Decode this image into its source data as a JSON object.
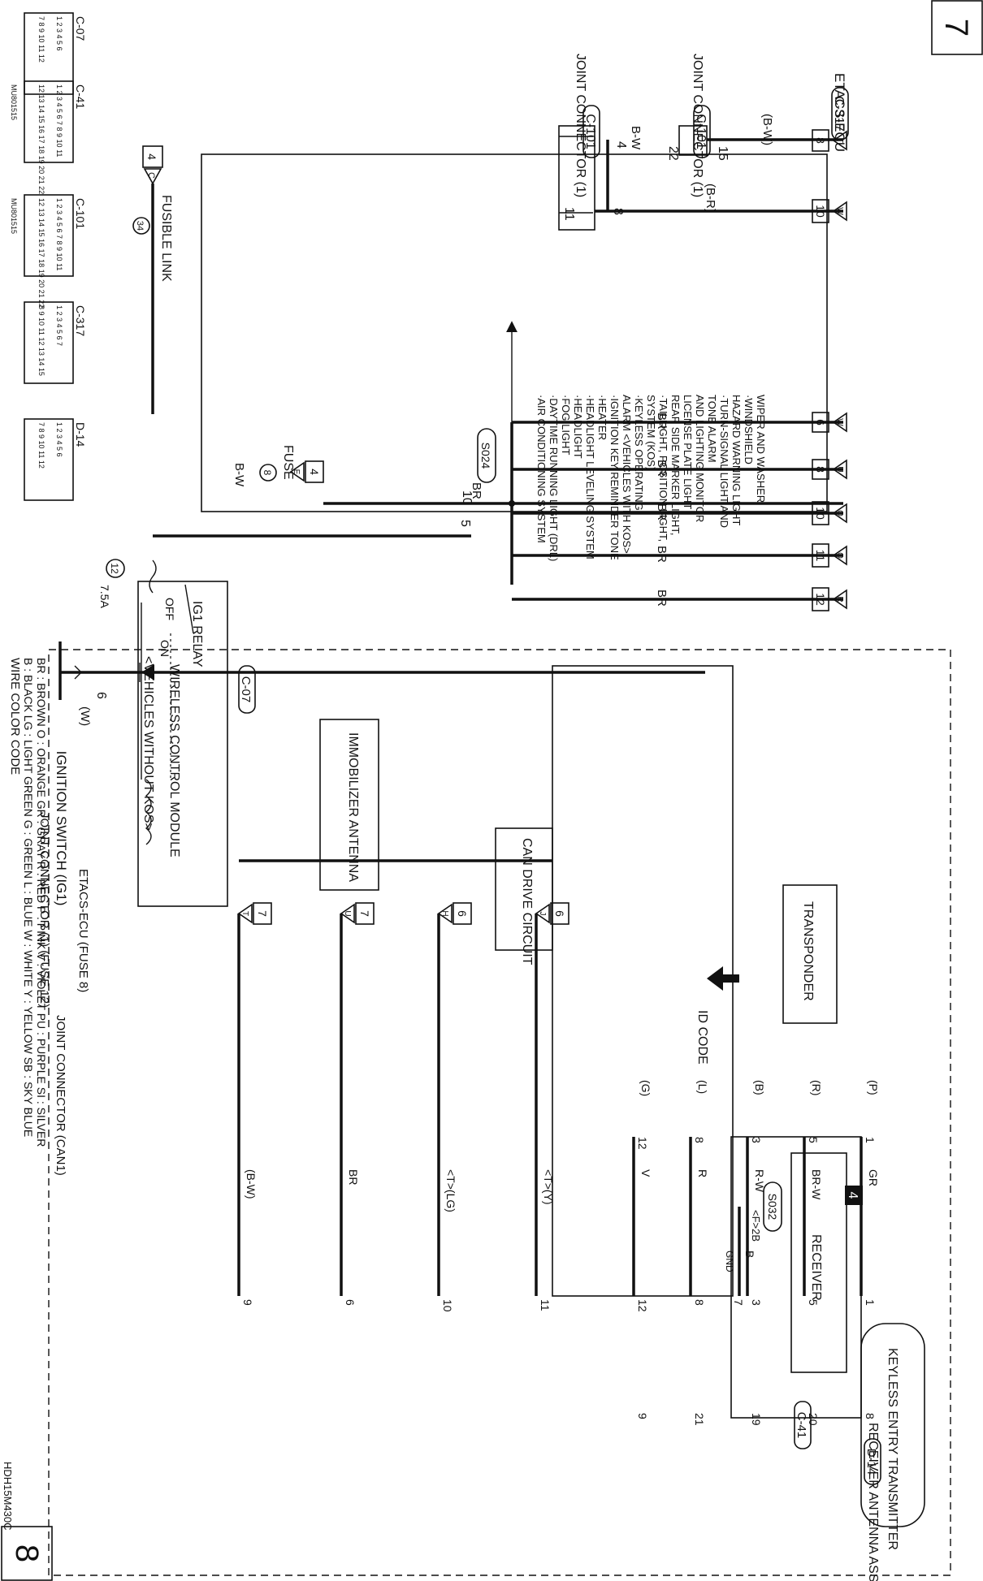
{
  "pages": {
    "left": "7",
    "right": "8"
  },
  "labels": {
    "etacs_ecu": "ETACS-ECU",
    "joint_connector_1": "JOINT CONNECTOR (1)",
    "joint_connector_2": "JOINT CONNECTOR (1)",
    "ignition_switch": "IGNITION SWITCH (IG1)",
    "fusible_link": "FUSIBLE LINK",
    "fusible_link_num": "34",
    "ig1_relay": "IG1 RELAY",
    "relay_off": "OFF",
    "relay_on": "ON",
    "fuse_12_num": "12",
    "fuse_12_rating": "7.5A",
    "fuse_8": "FUSE",
    "fuse_8_num": "8",
    "splice_s024": "S024",
    "splice_s032": "S032",
    "jc_fuse12": "JOINT CONNECTOR (1) (FUSE 12)",
    "etacs_fuse8": "ETACS-ECU (FUSE 8)",
    "jc_can1": "JOINT CONNECTOR (CAN1)",
    "keyless_tx": "KEYLESS ENTRY TRANSMITTER",
    "receiver": "RECEIVER",
    "receiver_assy": "RECEIVER ANTENNA ASSEMBLY",
    "wcm": "WIRELESS CONTROL MODULE",
    "immobilizer": "IMMOBILIZER ANTENNA",
    "can_drive": "CAN DRIVE CIRCUIT",
    "transponder": "TRANSPONDER",
    "id_code": "ID CODE",
    "gnd": "GND",
    "vehicles_without_kos": "<VEHICLES WITHOUT KOS>",
    "ground_code": "<F>2B",
    "ground_num": "4",
    "doc_code": "HDH15M430C"
  },
  "connector_tags": {
    "c317": "C-317",
    "c101a": "C-101",
    "c101b": "C-101",
    "c07": "C-07",
    "d14": "D-14",
    "c41": "C-41"
  },
  "terminals": {
    "ign6": "6",
    "ign_wire": "(W)",
    "c317_5": "5",
    "c317_10": "10",
    "c101_4": "4",
    "c101_8": "8",
    "c101_11": "11",
    "c101_22": "22",
    "c101_15": "15",
    "c07_9": "9",
    "c07_6": "6",
    "c07_10": "10",
    "c07_11": "11",
    "c07_12": "12",
    "c07_8": "8",
    "c07_3": "3",
    "c07_5": "5",
    "c07_1": "1",
    "c07_7": "7",
    "c41_9": "9",
    "c41_21": "21",
    "c41_19": "19",
    "c41_20": "20",
    "c41_8": "8",
    "d14_12": "12",
    "d14_8": "8",
    "d14_3": "3",
    "d14_5": "5",
    "d14_1": "1"
  },
  "wires": {
    "bw": "B-W",
    "bw_paren": "(B-W)",
    "br_paren": "(B-R)",
    "br": "BR",
    "lg": "<T>(LG)",
    "y": "<T>(Y)",
    "v": "V",
    "r": "R",
    "rw": "R-W",
    "brw": "BR-W",
    "gr": "GR",
    "b": "B",
    "g_p": "(G)",
    "l_p": "(L)",
    "b_p": "(B)",
    "r_p": "(R)",
    "p_p": "(P)"
  },
  "arrows": {
    "fl": {
      "num": "4",
      "letter": "C"
    },
    "fuse8": {
      "num": "4",
      "letter": "E"
    },
    "out8": {
      "num": "8",
      "letter": "T"
    },
    "out10": {
      "num": "10",
      "letter": "W"
    },
    "br6": {
      "num": "6",
      "letter": "W"
    },
    "br8": {
      "num": "8",
      "letter": "U"
    },
    "br10": {
      "num": "10",
      "letter": "Q"
    },
    "br11": {
      "num": "11",
      "letter": "Q"
    },
    "br12": {
      "num": "12",
      "letter": "R"
    },
    "in7a": {
      "num": "7",
      "letter": "T"
    },
    "in7b": {
      "num": "7",
      "letter": "U"
    },
    "in6a": {
      "num": "6",
      "letter": "H"
    },
    "in6b": {
      "num": "6",
      "letter": "J"
    }
  },
  "systems": [
    "·AIR CONDITIONING SYSTEM",
    "·DAYTIME RUNNING LIGHT (DRL)",
    "·FOG LIGHT",
    "·HEADLIGHT",
    "·HEADLIGHT LEVELING SYSTEM",
    "·HEATER",
    "·IGNITION KEY REMINDER TONE",
    "  ALARM <VEHICLES WITH KOS>",
    "·KEYLESS OPERATING",
    "  SYSTEM (KOS)",
    "·TAILLIGHT, POSITION LIGHT,",
    "  REAR SIDE MARKER LIGHT,",
    "  LICENSE PLATE LIGHT",
    "  AND LIGHTING MONITOR",
    "  TONE ALARM",
    "·TURN-SIGNAL LIGHT AND",
    "  HAZARD WARNING LIGHT",
    "·WINDSHIELD",
    "  WIPER AND WASHER"
  ],
  "connector_faces": [
    {
      "tag": "C-07",
      "rows": [
        "1 2 3 4 5 6",
        "7 8 9 10 11 12"
      ]
    },
    {
      "tag": "C-41",
      "part": "MU801515",
      "rows": [
        "1 2 3 4 5 6 7 8 9 10 11",
        "12 13 14 15 16 17 18 19 20 21 22"
      ]
    },
    {
      "tag": "C-101",
      "part": "MU801515",
      "rows": [
        "1 2 3 4 5 6 7 8 9 10 11",
        "12 13 14 15 16 17 18 19 20 21 22"
      ]
    },
    {
      "tag": "C-317",
      "rows": [
        "1 2 3 4 5 6 7",
        "8 9 10 11 12 13 14 15"
      ]
    },
    {
      "tag": "D-14",
      "rows": [
        "1 2 3 4 5 6",
        "7 8 9 10 11 12"
      ]
    }
  ],
  "wire_color_code": {
    "title": "WIRE COLOR CODE",
    "line1": "B : BLACK   LG : LIGHT GREEN   G : GREEN   L : BLUE   W : WHITE   Y : YELLOW   SB : SKY BLUE",
    "line2": "BR : BROWN   O : ORANGE   GR : GRAY   R : RED   P : PINK   V : VIOLET   PU : PURPLE   SI : SILVER"
  }
}
